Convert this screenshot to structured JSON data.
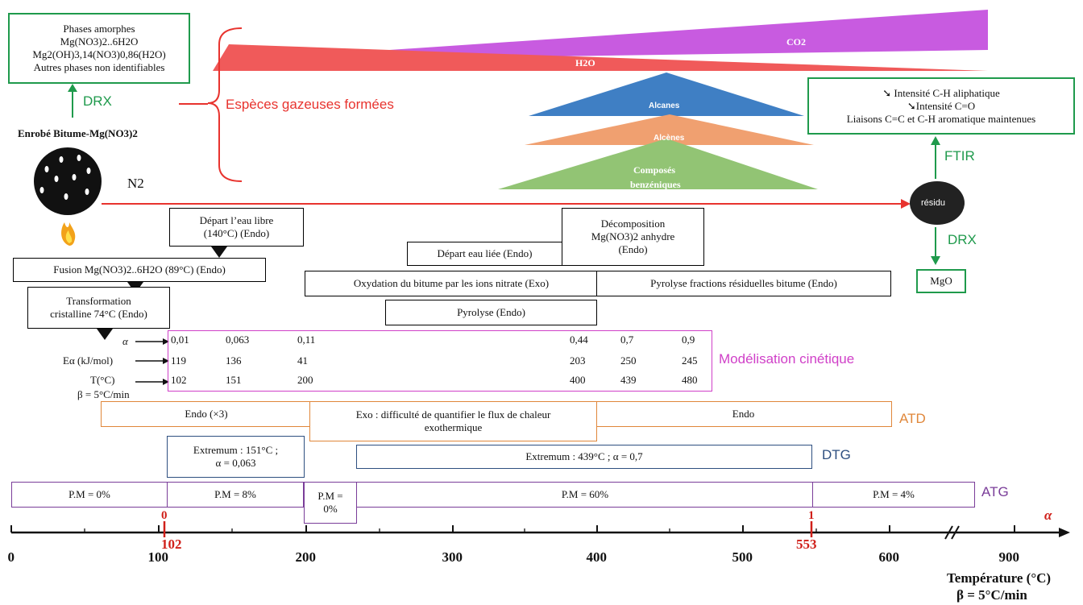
{
  "xrd_phases": {
    "line1": "Phases amorphes",
    "line2": "Mg(NO3)2..6H2O",
    "line3": "Mg2(OH)3,14(NO3)0,86(H2O)",
    "line4": "Autres phases non identifiables"
  },
  "drx_top": "DRX",
  "sample_label": "Enrobé Bitume-Mg(NO3)2",
  "n2_label": "N2",
  "gases_label": "Espèces gazeuses formées",
  "co2_label": "CO2",
  "h2o_label": "H2O",
  "alcanes_label": "Alcanes",
  "alcenes_label": "Alcènes",
  "benzene_line1": "Composés",
  "benzene_line2": "benzéniques",
  "ftir_box": {
    "line1": "Intensité  C-H aliphatique",
    "line2": "Intensité  C=O",
    "line3": "Liaisons  C=C et C-H aromatique  maintenues"
  },
  "ftir_label": "FTIR",
  "residu_label": "résidu",
  "drx_bottom": "DRX",
  "mgo_label": "MgO",
  "events": {
    "depart_eau_libre_1": "Départ l’eau libre",
    "depart_eau_libre_2": "(140°C) (Endo)",
    "decomposition_1": "Décomposition",
    "decomposition_2": "Mg(NO3)2 anhydre",
    "decomposition_3": "(Endo)",
    "depart_eau_liee": "Départ eau liée (Endo)",
    "fusion": "Fusion  Mg(NO3)2..6H2O (89°C) (Endo)",
    "oxydation": "Oxydation  du bitume par les ions nitrate (Exo)",
    "pyrolyse_fractions": "Pyrolyse  fractions  résiduelles  bitume  (Endo)",
    "transformation_1": "Transformation",
    "transformation_2": "cristalline  74°C (Endo)",
    "pyrolyse": "Pyrolyse  (Endo)"
  },
  "kinetics": {
    "alpha_label": "α",
    "ea_label": "Eα  (kJ/mol)",
    "t_label": "T(°C)",
    "beta_label": "β = 5°C/min",
    "alpha_values": [
      "0,01",
      "0,063",
      "0,11",
      "0,44",
      "0,7",
      "0,9"
    ],
    "ea_values": [
      "119",
      "136",
      "41",
      "203",
      "250",
      "245"
    ],
    "t_values": [
      "102",
      "151",
      "200",
      "400",
      "439",
      "480"
    ],
    "title": "Modélisation cinétique"
  },
  "atd": {
    "endo3": "Endo (×3)",
    "exo_1": "Exo : difficulté  de quantifier  le flux  de chaleur",
    "exo_2": "exothermique",
    "endo": "Endo",
    "label": "ATD"
  },
  "dtg": {
    "ext1_line1": "Extremum  : 151°C ;",
    "ext1_line2": "α = 0,063",
    "ext2": "Extremum  : 439°C ; α = 0,7",
    "label": "DTG"
  },
  "atg": {
    "pm1": "P.M = 0%",
    "pm2": "P.M = 8%",
    "pm3_line1": "P.M =",
    "pm3_line2": "0%",
    "pm4": "P.M = 60%",
    "pm5": "P.M = 4%",
    "label": "ATG"
  },
  "axis": {
    "alpha_symbol": "α",
    "alpha_start": "0",
    "alpha_end": "1",
    "t_start": "102",
    "t_end": "553",
    "ticks": [
      "0",
      "100",
      "200",
      "300",
      "400",
      "500",
      "600",
      "900"
    ],
    "xlabel": "Température  (°C)",
    "beta": "β = 5°C/min"
  },
  "colors": {
    "green": "#1f9a4c",
    "red": "#e8332e",
    "purple_co2": "#c85be0",
    "h2o": "#f05a5a",
    "alcanes": "#3f7fc4",
    "alcenes": "#f0a070",
    "benzene": "#92c474",
    "magenta": "#d040c8",
    "orange": "#e0873a",
    "dtg_blue": "#2e4f80",
    "atg_purple": "#7a3d99"
  }
}
